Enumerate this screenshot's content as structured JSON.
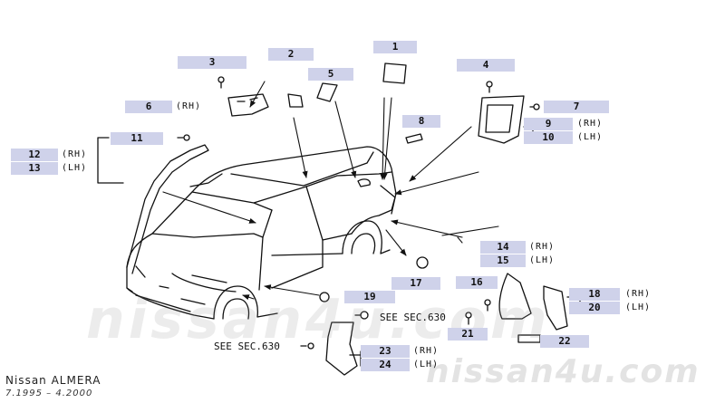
{
  "watermark_text": "nissan4u.com",
  "footer": {
    "model": "Nissan ALMERA",
    "years": "7.1995 – 4.2000"
  },
  "labels": {
    "p1": "1",
    "p2": "2",
    "p3": "3",
    "p4": "4",
    "p5": "5",
    "p6": "6",
    "p7": "7",
    "p8": "8",
    "p9": "9",
    "p10": "10",
    "p11": "11",
    "p12": "12",
    "p13": "13",
    "p14": "14",
    "p15": "15",
    "p16": "16",
    "p17": "17",
    "p18": "18",
    "p19": "19",
    "p20": "20",
    "p21": "21",
    "p22": "22",
    "p23": "23",
    "p24": "24"
  },
  "sides": {
    "rh": "(RH)",
    "lh": "(LH)"
  },
  "refs": {
    "see_sec_630_a": "SEE SEC.630",
    "see_sec_630_b": "SEE SEC.630"
  }
}
